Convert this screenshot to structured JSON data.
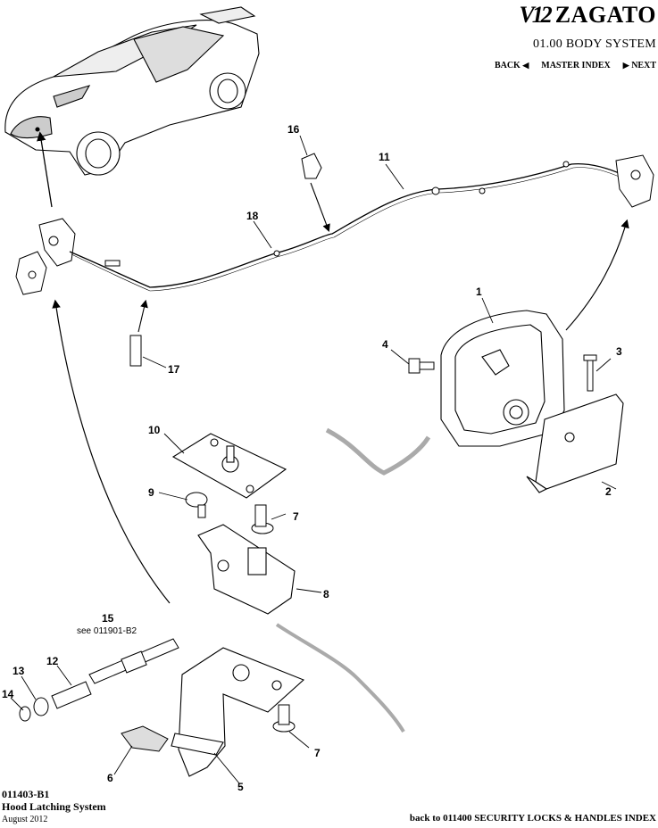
{
  "header": {
    "logo_mark": "V12",
    "brand": "ZAGATO",
    "section_title": "01.00 BODY SYSTEM",
    "nav": {
      "back": "BACK",
      "master_index": "MASTER INDEX",
      "next": "NEXT"
    }
  },
  "callouts": [
    {
      "id": "c1",
      "text": "1"
    },
    {
      "id": "c2",
      "text": "2"
    },
    {
      "id": "c3",
      "text": "3"
    },
    {
      "id": "c4",
      "text": "4"
    },
    {
      "id": "c5",
      "text": "5"
    },
    {
      "id": "c6",
      "text": "6"
    },
    {
      "id": "c7a",
      "text": "7"
    },
    {
      "id": "c7b",
      "text": "7"
    },
    {
      "id": "c8",
      "text": "8"
    },
    {
      "id": "c9",
      "text": "9"
    },
    {
      "id": "c10",
      "text": "10"
    },
    {
      "id": "c11",
      "text": "11"
    },
    {
      "id": "c12",
      "text": "12"
    },
    {
      "id": "c13",
      "text": "13"
    },
    {
      "id": "c14",
      "text": "14"
    },
    {
      "id": "c15",
      "text": "15"
    },
    {
      "id": "c16",
      "text": "16"
    },
    {
      "id": "c17",
      "text": "17"
    },
    {
      "id": "c18",
      "text": "18"
    }
  ],
  "notes": {
    "see_ref": "see 011901-B2"
  },
  "footer": {
    "part_number": "011403-B1",
    "title": "Hood Latching System",
    "date": "August 2012",
    "back_link": "back to 011400 SECURITY LOCKS & HANDLES INDEX"
  }
}
